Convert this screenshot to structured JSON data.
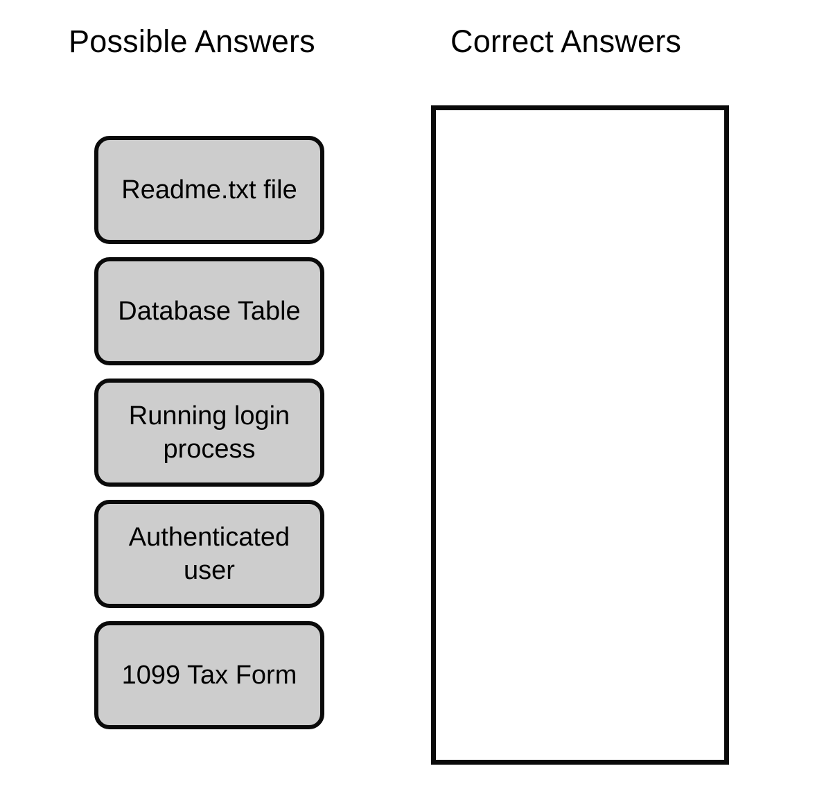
{
  "page": {
    "title": "Drag and Drop Answer Matching",
    "background_color": "#ffffff",
    "text_color": "#000000"
  },
  "columns": {
    "possible": {
      "heading": "Possible Answers",
      "tiles": [
        {
          "label": "Readme.txt file"
        },
        {
          "label": "Database Table"
        },
        {
          "label": "Running login\nprocess"
        },
        {
          "label": "Authenticated\nuser"
        },
        {
          "label": "1099 Tax Form"
        }
      ],
      "tile_fill_color": "#cdcdcd",
      "tile_border_color": "#0a0a0a"
    },
    "correct": {
      "heading": "Correct Answers",
      "dropped_tiles": [],
      "zone_fill_color": "#ffffff",
      "zone_border_color": "#0a0a0a"
    }
  }
}
